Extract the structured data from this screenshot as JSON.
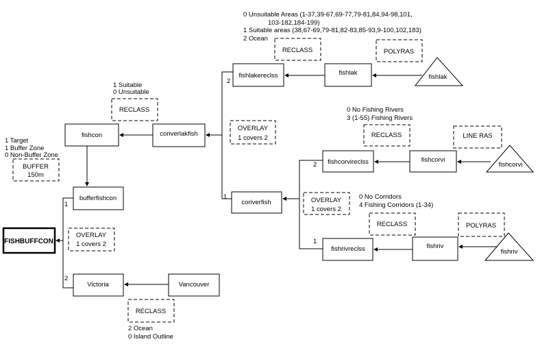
{
  "nodes": {
    "fishlakereclss": "fishlakereclss",
    "fishlak": "fishlak",
    "fishlak_source": "fishlak",
    "coriverlakfish": "coriverlakfish",
    "fishcon": "fishcon",
    "bufferfishcon": "bufferfishcon",
    "coriverfish": "coriverfish",
    "fishcorvireclss": "fishcorvireclss",
    "fishcorvi": "fishcorvi",
    "fishcorvi_source": "fishcorvi",
    "fishrivreclss": "fishrivreclss",
    "fishriv": "fishriv",
    "fishriv_source": "fishriv",
    "fishbuffcon": "FISHBUFFCON",
    "victoria": "Victoria",
    "vancouver": "Vancouver"
  },
  "operations": {
    "reclass_lake": "RECLASS",
    "polyras_lake": "POLYRAS",
    "reclass_fishcon": "RECLASS",
    "overlay_top": [
      "OVERLAY",
      "1 covers 2"
    ],
    "buffer": [
      "BUFFER",
      "150m"
    ],
    "reclass_corvi": "RECLASS",
    "lineras": "LINE RAS",
    "overlay_rivers": [
      "OVERLAY",
      "1 covers 2"
    ],
    "reclass_riv": "RECLASS",
    "polyras_riv": "POLYRAS",
    "overlay_final": [
      "OVERLAY",
      "1 covers 2"
    ],
    "reclass_island": "RECLASS"
  },
  "notes": {
    "lake": [
      "0 Unsuitable Areas (1-37,39-67,69-77,79-81,84,94-98,101,",
      "103-182,184-199)",
      "1  Suitable areas (38,67-69,79-81,82-83,85-93,9-100,102,183)",
      "2  Ocean"
    ],
    "fishcon": [
      "1  Suitable",
      "0  Unsuitable"
    ],
    "buffer": [
      "1  Target",
      "1  Buffer Zone",
      "0  Non-Buffer Zone"
    ],
    "corvi": [
      "0  No Fishing Rivers",
      "3  (1-55)  Fishing Rivers"
    ],
    "corridors": [
      "0  No Corridors",
      "4  Fishing Corridors (1-34)"
    ],
    "island": [
      "2  Ocean",
      "0  Island Outline"
    ]
  },
  "input_labels": {
    "top_2": "2",
    "top_1": "1",
    "rivers_2": "2",
    "rivers_1": "1",
    "final_1": "1",
    "final_2": "2"
  }
}
